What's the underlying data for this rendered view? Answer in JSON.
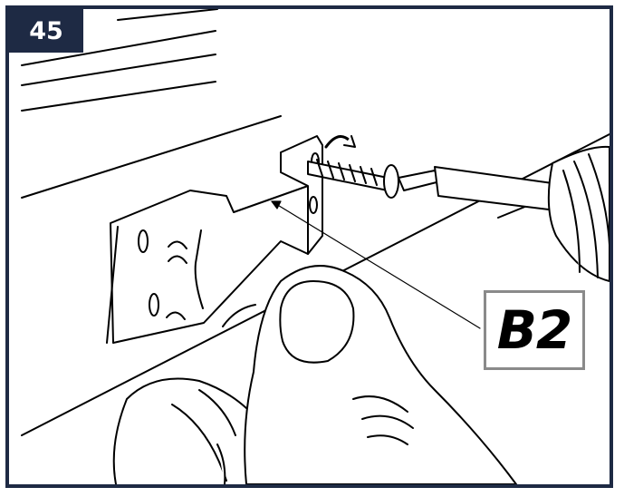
{
  "step": {
    "number": "45"
  },
  "part": {
    "label": "B2"
  },
  "colors": {
    "frame": "#1e2a44",
    "label_border": "#8a8a8a",
    "line": "#000000"
  },
  "icons": [
    "hand",
    "screwdriver",
    "screw",
    "angle-bracket"
  ]
}
